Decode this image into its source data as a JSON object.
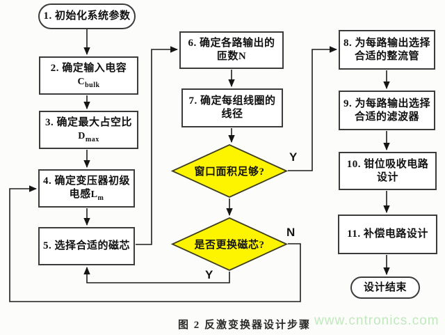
{
  "figure": {
    "type": "flowchart",
    "caption": "图 2 反激变换器设计步骤",
    "watermark": "www.cntronics.com",
    "colors": {
      "box_fill": "#ffffff",
      "box_border": "#3b3b3b",
      "diamond_fill": "#fdf400",
      "diamond_border": "#3e3e1c",
      "connector": "#1d1d1d",
      "watermark": "#bfe9bd",
      "text": "#101010"
    },
    "nodes": {
      "n1": {
        "label": "1. 初始化系统参数"
      },
      "n2": {
        "line1": "2. 确定输入电容",
        "sym": "C",
        "sub": "bulk"
      },
      "n3": {
        "line1": "3. 确定最大占空比",
        "sym": "D",
        "sub": "max"
      },
      "n4": {
        "line1": "4. 确定变压器初级",
        "line2": "电感",
        "sym": "L",
        "sub": "m"
      },
      "n5": {
        "label": "5. 选择合适的磁芯"
      },
      "n6": {
        "line1": "6. 确定各路输出的",
        "line2": "匝数N"
      },
      "n7": {
        "line1": "7. 确定每组线圈的",
        "line2": "线径"
      },
      "d1": {
        "label": "窗口面积足够?"
      },
      "d2": {
        "label": "是否更换磁芯?"
      },
      "n8": {
        "line1": "8. 为每路输出选择",
        "line2": "合适的整流管"
      },
      "n9": {
        "line1": "9. 为每路输出选择",
        "line2": "合适的滤波器"
      },
      "n10": {
        "line1": "10. 钳位吸收电路",
        "line2": "设计"
      },
      "n11": {
        "label": "11. 补偿电路设计"
      },
      "end": {
        "label": "设计结束"
      }
    },
    "branch_labels": {
      "d1_yes": "Y",
      "d2_no": "N",
      "d2_yes": "Y"
    },
    "edges": [
      {
        "from": "n1",
        "to": "n2"
      },
      {
        "from": "n2",
        "to": "n3"
      },
      {
        "from": "n3",
        "to": "n4"
      },
      {
        "from": "n4",
        "to": "n5"
      },
      {
        "from": "n5",
        "to": "n6"
      },
      {
        "from": "n6",
        "to": "n7"
      },
      {
        "from": "n7",
        "to": "d1"
      },
      {
        "from": "d1",
        "to": "d2"
      },
      {
        "from": "d1",
        "to": "n8",
        "label": "Y"
      },
      {
        "from": "d2",
        "to": "n5",
        "label": "Y"
      },
      {
        "from": "d2",
        "to": "n4",
        "label": "N"
      },
      {
        "from": "n8",
        "to": "n9"
      },
      {
        "from": "n9",
        "to": "n10"
      },
      {
        "from": "n10",
        "to": "n11"
      },
      {
        "from": "n11",
        "to": "end"
      }
    ]
  }
}
